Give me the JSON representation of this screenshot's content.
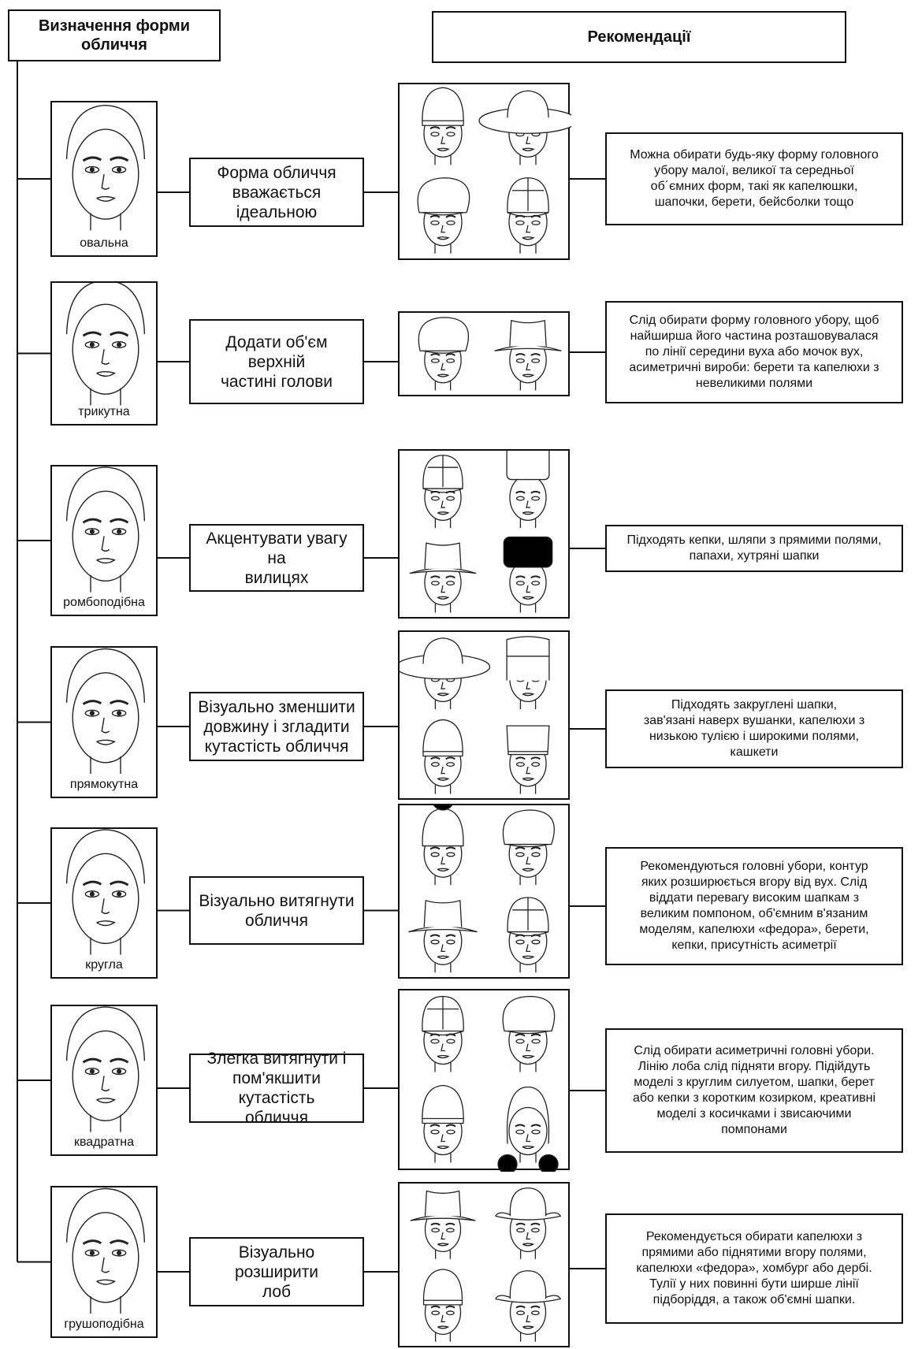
{
  "header": {
    "left_title": "Визначення форми\nобличчя",
    "right_title": "Рекомендації"
  },
  "rows": [
    {
      "face_label": "овальна",
      "middle": "Форма обличчя\nвважається\nідеальною",
      "recommendation": "Можна обирати будь-яку форму головного\nубору малої, великої та середньої\nоб´ємних форм, такі як капелюшки,\nшапочки, берети, бейсболки тощо",
      "hats": [
        "beanie",
        "wide-brim-hat",
        "newsboy-cap",
        "baseball-cap"
      ]
    },
    {
      "face_label": "трикутна",
      "middle": "Додати об'єм\nверхній\nчастині голови",
      "recommendation": "Слід обирати форму головного убору, щоб\nнайширша його частина розташовувалася\nпо лінії середини вуха або мочок вух,\nасиметричні вироби: берети та капелюхи з\nневеликими полями",
      "hats": [
        "newsboy-cap",
        "small-brim-hat"
      ]
    },
    {
      "face_label": "ромбоподібна",
      "middle": "Акцентувати увагу на\nвилицях",
      "recommendation": "Підходять кепки, шляпи з прямими полями,\nпапахи, хутряні шапки",
      "hats": [
        "panel-cap",
        "papakha",
        "fedora",
        "fur-hat"
      ]
    },
    {
      "face_label": "прямокутна",
      "middle": "Візуально зменшити\nдовжину і згладити\nкутастість обличчя",
      "recommendation": "Підходять закруглені шапки,\nзав'язані наверх вушанки, капелюхи з\nнизькою тулією і широкими полями,\nкашкети",
      "hats": [
        "wide-brim-hat",
        "ushanka",
        "beanie",
        "kashket"
      ]
    },
    {
      "face_label": "кругла",
      "middle": "Візуально витягнути\nобличчя",
      "recommendation": "Рекомендуються головні убори, контур\nяких розширюється вгору від вух. Слід\nвіддати перевагу високим шапкам з\nвеликим помпоном, об'ємним в'язаним\nмоделям, капелюхи «федора», берети,\nкепки, присутність асиметрії",
      "hats": [
        "pompom-beanie",
        "beret",
        "fedora",
        "panel-cap"
      ]
    },
    {
      "face_label": "квадратна",
      "middle": "Злегка витягнути і\nпом'якшити кутастість\nобличчя",
      "recommendation": "Слід обирати асиметричні головні убори.\nЛінію лоба слід підняти вгору. Підійдуть\nмоделі з круглим силуетом, шапки, берет\nабо кепки з коротким козирком, креативні\nмоделі з косичками і звисаючими\nпомпонами",
      "hats": [
        "panel-cap",
        "beret",
        "beanie",
        "pompom-earflap"
      ]
    },
    {
      "face_label": "грушоподібна",
      "middle": "Візуально розширити\nлоб",
      "recommendation": "Рекомендується обирати капелюхи з\nпрямими або піднятими вгору полями,\nкапелюхи «федора», хомбург або дербі.\nТулії у них повинні бути ширше лінії\nпідборіддя, а також об'ємні шапки.",
      "hats": [
        "fedora",
        "homburg",
        "beanie",
        "derby"
      ]
    }
  ]
}
